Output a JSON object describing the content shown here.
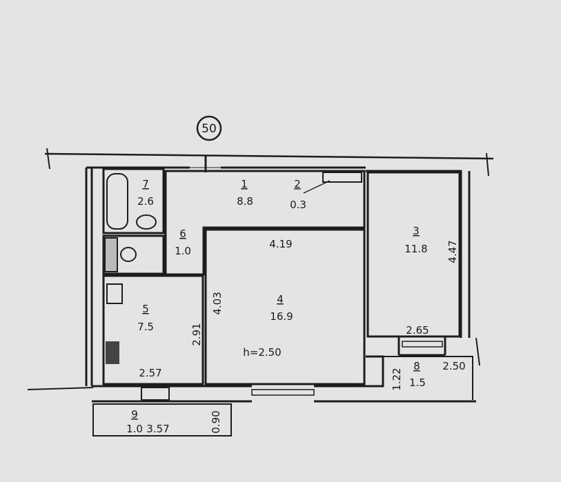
{
  "plan": {
    "axis_marker": "50",
    "ceiling_height": "h=2.50",
    "rooms": [
      {
        "number": "1",
        "area": "8.8"
      },
      {
        "number": "2",
        "area": "0.3"
      },
      {
        "number": "3",
        "area": "11.8"
      },
      {
        "number": "4",
        "area": "16.9"
      },
      {
        "number": "5",
        "area": "7.5"
      },
      {
        "number": "6",
        "area": "1.0"
      },
      {
        "number": "7",
        "area": "2.6"
      },
      {
        "number": "8",
        "area": "1.5"
      },
      {
        "number": "9",
        "area": "1.0"
      }
    ],
    "dimensions": {
      "room4_width": "4.19",
      "room4_depth": "4.03",
      "room3_depth": "4.47",
      "room3_width": "2.65",
      "kitchen_depth": "2.91",
      "kitchen_width": "2.57",
      "balcony8_depth": "1.22",
      "balcony8_width": "2.50",
      "balcony9_width": "3.57",
      "balcony9_depth": "0.90"
    }
  }
}
